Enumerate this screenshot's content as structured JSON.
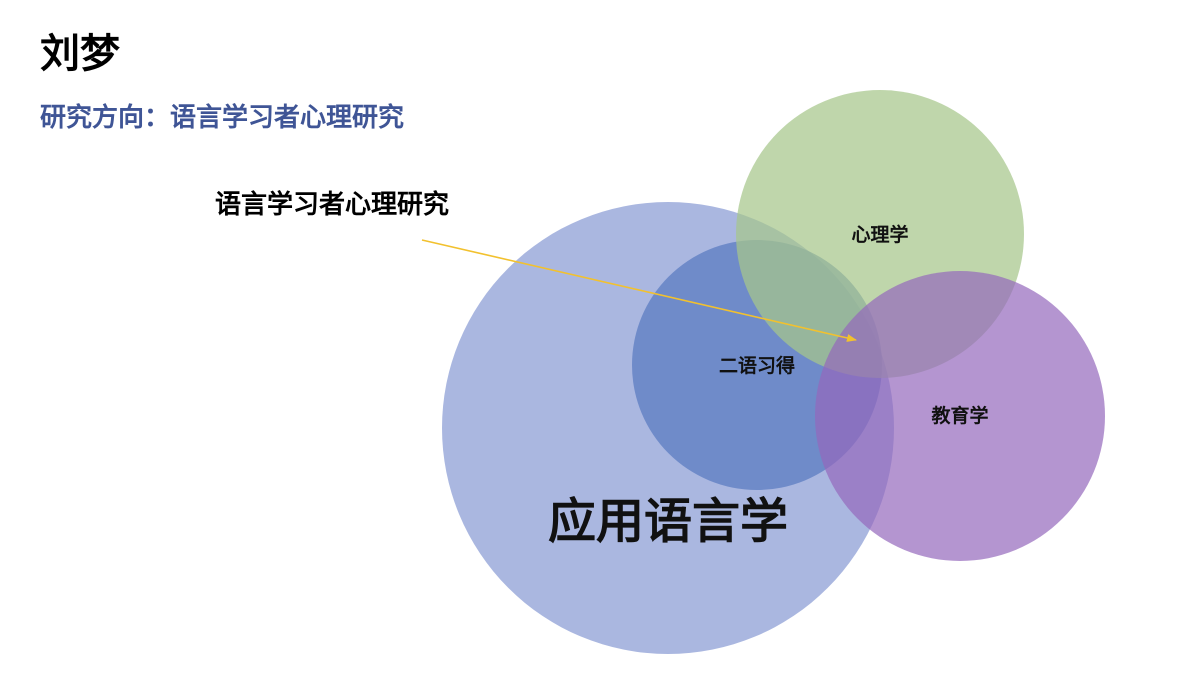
{
  "slide": {
    "name": "刘梦",
    "subtitle": "研究方向：语言学习者心理研究"
  },
  "diagram": {
    "callout": "语言学习者心理研究",
    "sets": {
      "applied_linguistics": "应用语言学",
      "sla": "二语习得",
      "psychology": "心理学",
      "education": "教育学"
    },
    "colors": {
      "applied_linguistics": "#8e9fd6",
      "sla": "#5b7cc2",
      "psychology": "#a6c68a",
      "education": "#9468bc",
      "arrow": "#f2c12e"
    }
  }
}
